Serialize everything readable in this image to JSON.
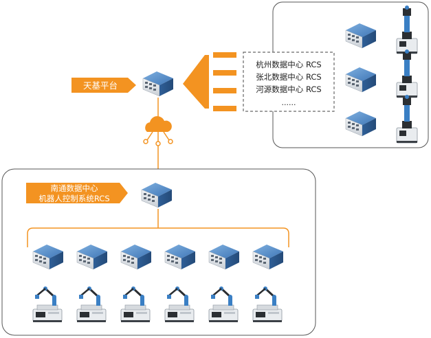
{
  "platform": {
    "label": "天基平台"
  },
  "remote_centers": {
    "items": [
      "杭州数据中心 RCS",
      "张北数据中心 RCS",
      "河源数据中心 RCS"
    ],
    "ellipsis": "......"
  },
  "local_center": {
    "label_line1": "南通数据中心",
    "label_line2": "机器人控制系统RCS"
  },
  "colors": {
    "accent_orange": "#f39321",
    "panel_border": "#555555",
    "dashed_border": "#666666",
    "server_blue": "#3b6fa8",
    "arm_blue": "#3a7fc4"
  },
  "icons": {
    "server": "server-icon",
    "cloud": "cloud-network-icon",
    "robot": "robot-arm-agv-icon",
    "platform_building": "data-center-building-icon"
  }
}
